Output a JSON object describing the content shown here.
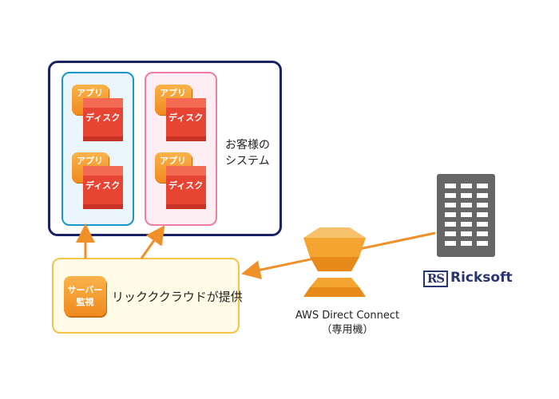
{
  "customer_system": {
    "label_line1": "お客様の",
    "label_line2": "システム"
  },
  "app_label": "アプリ",
  "disk_label": "ディスク",
  "rick_cloud": {
    "monitor_line1": "サーバー",
    "monitor_line2": "監視",
    "label": "リックククラウドが提供"
  },
  "direct_connect": {
    "name": "AWS Direct Connect",
    "note": "（専用機）"
  },
  "brand": {
    "mark": "RS",
    "name": "Ricksoft"
  },
  "colors": {
    "navy": "#1b2366",
    "orange": "#f08a1e",
    "arrow": "#f0902a",
    "blue": "#1a96c9",
    "pink": "#f27aa8"
  }
}
